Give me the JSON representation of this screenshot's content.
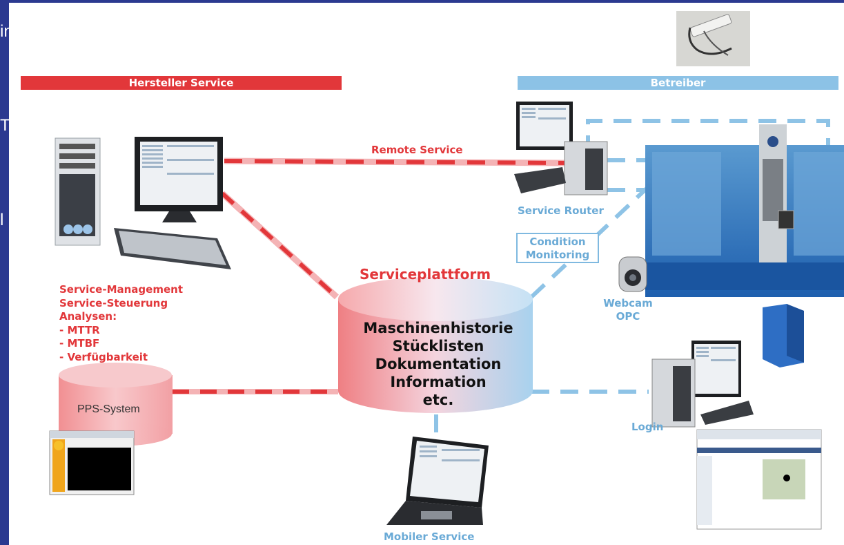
{
  "edge_fragments": [
    "in",
    "T",
    "l"
  ],
  "headers": {
    "left": "Hersteller Service",
    "right": "Betreiber"
  },
  "connections": {
    "remote_service": "Remote Service",
    "service_router": "Service Router",
    "condition_monitoring": [
      "Condition",
      "Monitoring"
    ],
    "webcam": [
      "Webcam",
      "OPC"
    ],
    "login": "Login",
    "mobile_service": "Mobiler Service"
  },
  "platform": {
    "title": "Serviceplattform",
    "items": [
      "Maschinenhistorie",
      "Stücklisten",
      "Dokumentation",
      "Information",
      "etc."
    ]
  },
  "management": {
    "lines": [
      "Service-Management",
      "Service-Steuerung",
      "Analysen:",
      "- MTTR",
      "- MTBF",
      "- Verfügbarkeit"
    ]
  },
  "pps": {
    "label": "PPS-System"
  },
  "colors": {
    "red": "#e2373a",
    "blue": "#6aaad6",
    "border": "#2b3990"
  }
}
